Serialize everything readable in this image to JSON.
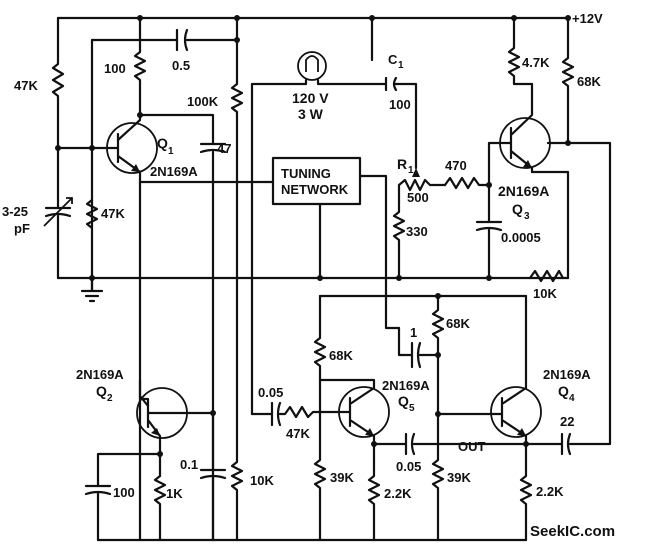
{
  "supply": "+12V",
  "lamp": {
    "l1": "120 V",
    "l2": "3 W"
  },
  "tuning": {
    "l1": "TUNING",
    "l2": "NETWORK"
  },
  "trimmer": {
    "l1": "3-25",
    "l2": "pF"
  },
  "q1": {
    "name": "Q",
    "sub": "1",
    "part": "2N169A"
  },
  "q2": {
    "part": "2N169A",
    "name": "Q",
    "sub": "2"
  },
  "q3": {
    "part": "2N169A",
    "name": "Q",
    "sub": "3"
  },
  "q4": {
    "part": "2N169A",
    "name": "Q",
    "sub": "4"
  },
  "q5": {
    "part": "2N169A",
    "name": "Q",
    "sub": "5"
  },
  "c1": {
    "name": "C",
    "sub": "1",
    "value": "100"
  },
  "r1": {
    "name": "R",
    "sub": "1",
    "value": "500"
  },
  "values": {
    "r47k_left": "47K",
    "r100_q1": "100",
    "c05_top": "0.5",
    "r100k": "100K",
    "c47": "47",
    "r47k_base": "47K",
    "r470": "470",
    "r330": "330",
    "c0005": "0.0005",
    "r47k_q3": "4.7K",
    "r68k_q3": "68K",
    "r10k_fb": "10K",
    "c1_mid": "1",
    "r68k_q4": "68K",
    "r68k_q5": "68K",
    "c005_in": "0.05",
    "r47k_in": "47K",
    "c005_out": "0.05",
    "out": "OUT",
    "c22": "22",
    "r39k_q5": "39K",
    "r22k_q5": "2.2K",
    "r39k_q4": "39K",
    "r22k_q4": "2.2K",
    "c100_q2": "100",
    "r1k_q2": "1K",
    "c01": "0.1",
    "r10k_q2": "10K"
  },
  "watermark": "SeekIC.com"
}
